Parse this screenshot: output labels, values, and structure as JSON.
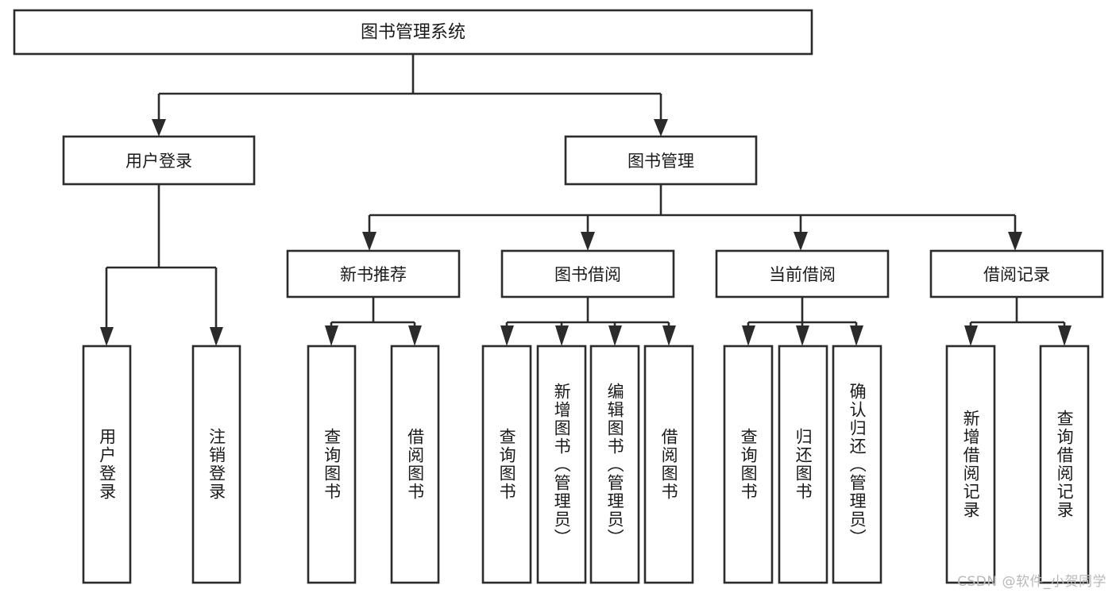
{
  "diagram": {
    "title": "图书管理系统",
    "type": "tree",
    "orientation": "top-down",
    "colors": {
      "box_fill": "#ffffff",
      "box_stroke": "#2b2b2b",
      "connector": "#2b2b2b",
      "text": "#1a1a1a",
      "background": "#ffffff",
      "watermark": "#b9b9b9"
    },
    "root": {
      "label": "图书管理系统"
    },
    "level1": [
      {
        "label": "用户登录"
      },
      {
        "label": "图书管理"
      }
    ],
    "level2": [
      {
        "label": "新书推荐"
      },
      {
        "label": "图书借阅"
      },
      {
        "label": "当前借阅"
      },
      {
        "label": "借阅记录"
      }
    ],
    "leaves": {
      "user_login": [
        {
          "label": "用户登录"
        },
        {
          "label": "注销登录"
        }
      ],
      "new_book_recommend": [
        {
          "label": "查询图书"
        },
        {
          "label": "借阅图书"
        }
      ],
      "book_borrow": [
        {
          "label": "查询图书"
        },
        {
          "label": "新增图书（管理员）"
        },
        {
          "label": "编辑图书（管理员）"
        },
        {
          "label": "借阅图书"
        }
      ],
      "current_borrow": [
        {
          "label": "查询图书"
        },
        {
          "label": "归还图书"
        },
        {
          "label": "确认归还（管理员）"
        }
      ],
      "borrow_record": [
        {
          "label": "新增借阅记录"
        },
        {
          "label": "查询借阅记录"
        }
      ]
    }
  },
  "watermark": {
    "text": "CSDN @软件_小贺同学"
  }
}
